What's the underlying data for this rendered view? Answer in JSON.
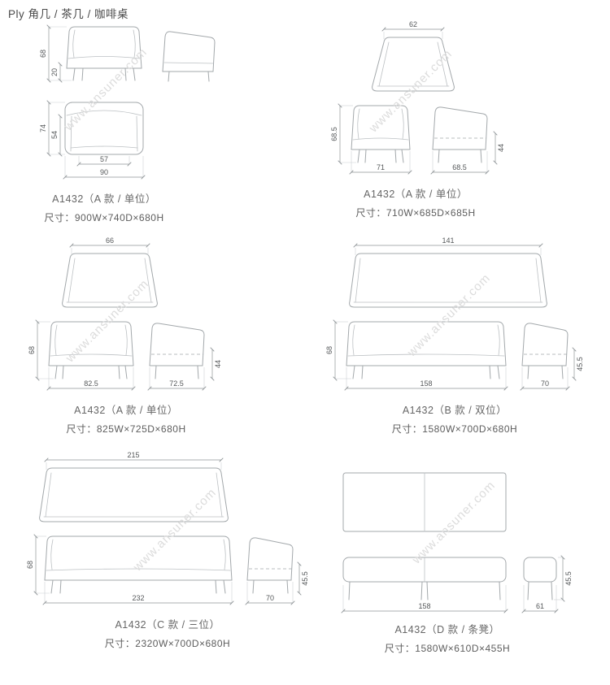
{
  "page_title": "Ply 角几 / 茶几 / 咖啡桌",
  "watermark": "www.ansuner.com",
  "panels": [
    {
      "caption": "A1432（A 款 / 单位）",
      "size": "尺寸：900W×740D×680H",
      "dims": {
        "front_h": "68",
        "front_leg": "20",
        "plan_d": "74",
        "plan_inner_d": "54",
        "plan_inner_w": "57",
        "plan_w": "90"
      }
    },
    {
      "caption": "A1432（A 款 / 单位）",
      "size": "尺寸：710W×685D×685H",
      "dims": {
        "plan_w": "62",
        "front_h": "68.5",
        "front_w": "71",
        "side_h": "44",
        "side_w": "68.5"
      }
    },
    {
      "caption": "A1432（A 款 / 单位）",
      "size": "尺寸：825W×725D×680H",
      "dims": {
        "plan_w": "66",
        "front_h": "68",
        "front_w": "82.5",
        "side_h": "44",
        "side_w": "72.5"
      }
    },
    {
      "caption": "A1432（B 款 / 双位）",
      "size": "尺寸：1580W×700D×680H",
      "dims": {
        "plan_w": "141",
        "front_h": "68",
        "front_w": "158",
        "side_h": "45.5",
        "side_w": "70"
      }
    },
    {
      "caption": "A1432（C 款 / 三位）",
      "size": "尺寸：2320W×700D×680H",
      "dims": {
        "plan_w": "215",
        "front_h": "68",
        "front_w": "232",
        "side_h": "45.5",
        "side_w": "70"
      }
    },
    {
      "caption": "A1432（D 款 / 条凳）",
      "size": "尺寸：1580W×610D×455H",
      "dims": {
        "front_w": "158",
        "side_h": "45.5",
        "side_w": "61"
      }
    }
  ]
}
